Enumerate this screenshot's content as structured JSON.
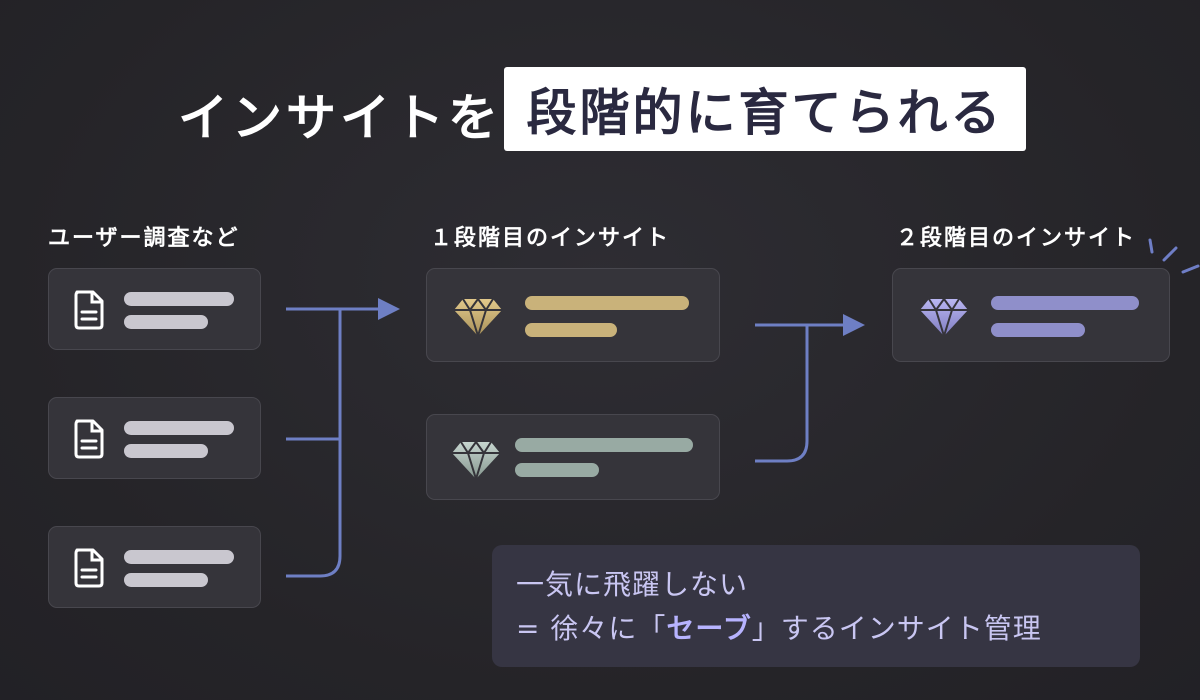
{
  "title": {
    "prefix": "インサイトを",
    "highlight": "段階的に育てられる"
  },
  "columns": {
    "sources": "ユーザー調査など",
    "stage1": "１段階目のインサイト",
    "stage2": "２段階目のインサイト"
  },
  "icons": {
    "source_card": "document-icon",
    "insight_card": "diamond-icon"
  },
  "colors": {
    "source_bar": "#c9c7cf",
    "stage1_gold": "#c9b27a",
    "stage1_teal": "#98aaa3",
    "stage2_purple": "#8f8fca",
    "connector": "#6e7fc4"
  },
  "note": {
    "line1": "一気に飛躍しない",
    "line2_prefix": "= 徐々に「",
    "line2_emphasis": "セーブ",
    "line2_suffix": "」するインサイト管理"
  }
}
